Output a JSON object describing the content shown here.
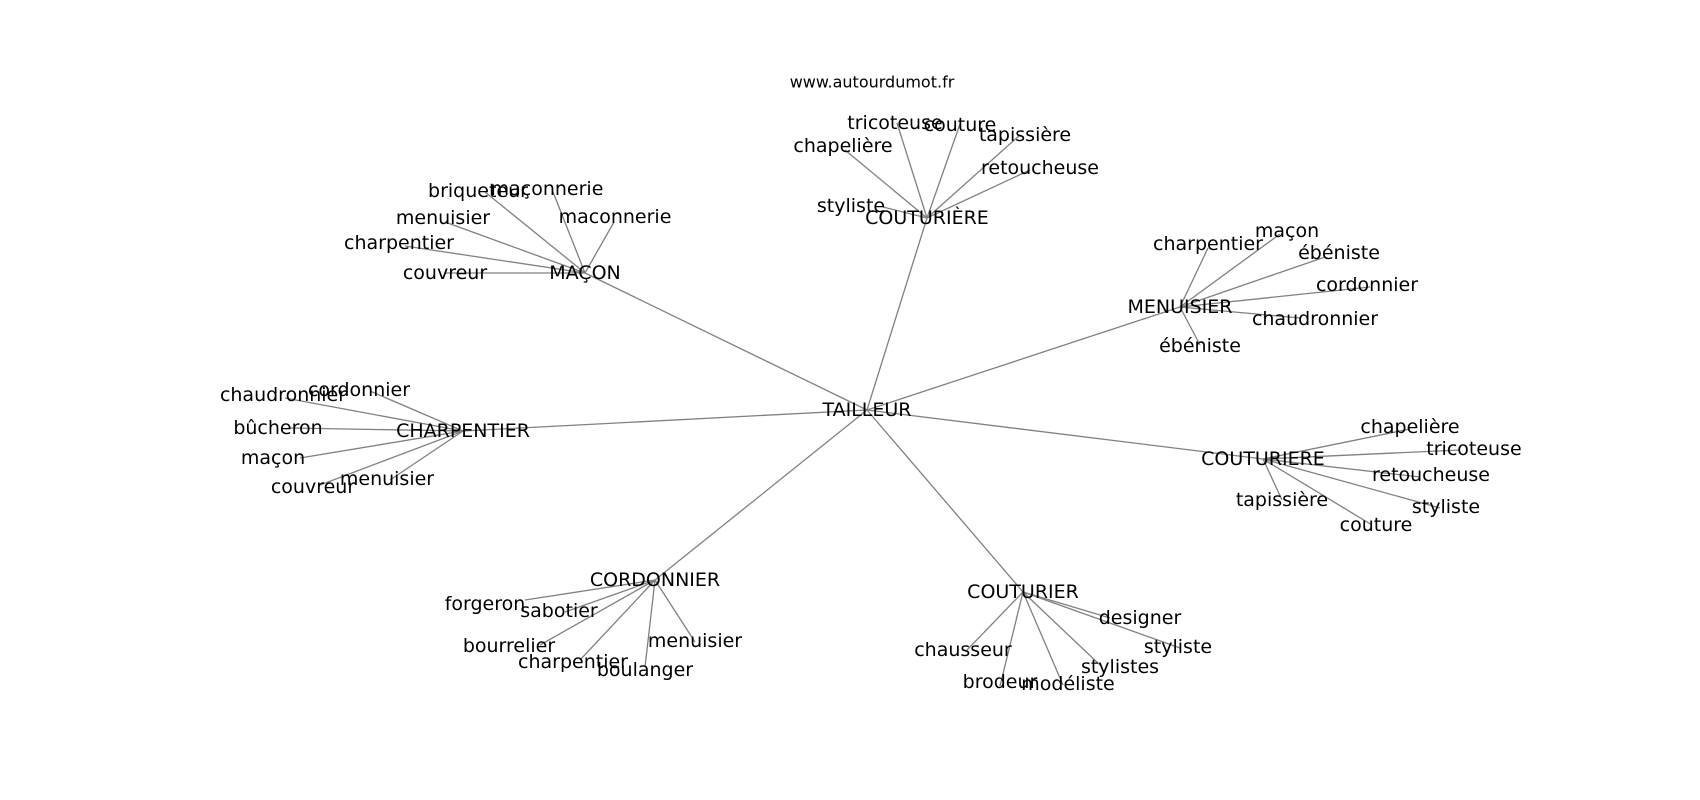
{
  "source": "www.autourdumot.fr",
  "graph": {
    "center": "TAILLEUR",
    "clusters": [
      {
        "hub": "COUTURIÈRE",
        "leaves": [
          "tricoteuse",
          "couture",
          "tapissière",
          "chapelière",
          "retoucheuse",
          "styliste"
        ]
      },
      {
        "hub": "MAÇON",
        "leaves": [
          "briqueteur",
          "maçonnerie",
          "maconnerie",
          "menuisier",
          "charpentier",
          "couvreur"
        ]
      },
      {
        "hub": "MENUISIER",
        "leaves": [
          "charpentier",
          "maçon",
          "ébéniste",
          "cordonnier",
          "chaudronnier",
          "ébéniste"
        ]
      },
      {
        "hub": "CHARPENTIER",
        "leaves": [
          "chaudronnier",
          "cordonnier",
          "bûcheron",
          "maçon",
          "couvreur",
          "menuisier"
        ]
      },
      {
        "hub": "COUTURIERE",
        "leaves": [
          "chapelière",
          "tricoteuse",
          "retoucheuse",
          "tapissière",
          "styliste",
          "couture"
        ]
      },
      {
        "hub": "CORDONNIER",
        "leaves": [
          "forgeron",
          "sabotier",
          "bourrelier",
          "charpentier",
          "boulanger",
          "menuisier"
        ]
      },
      {
        "hub": "COUTURIER",
        "leaves": [
          "designer",
          "styliste",
          "chausseur",
          "stylistes",
          "brodeur",
          "modéliste"
        ]
      }
    ]
  }
}
